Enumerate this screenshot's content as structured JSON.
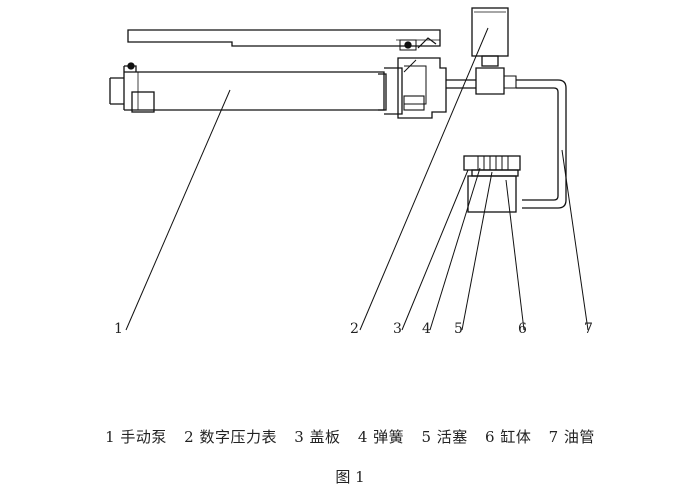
{
  "callouts": [
    "1",
    "2",
    "3",
    "4",
    "5",
    "6",
    "7"
  ],
  "legend": [
    "1 手动泵",
    "2 数字压力表",
    "3 盖板",
    "4 弹簧",
    "5 活塞",
    "6 缸体",
    "7 油管"
  ],
  "figure_title": "图 1"
}
